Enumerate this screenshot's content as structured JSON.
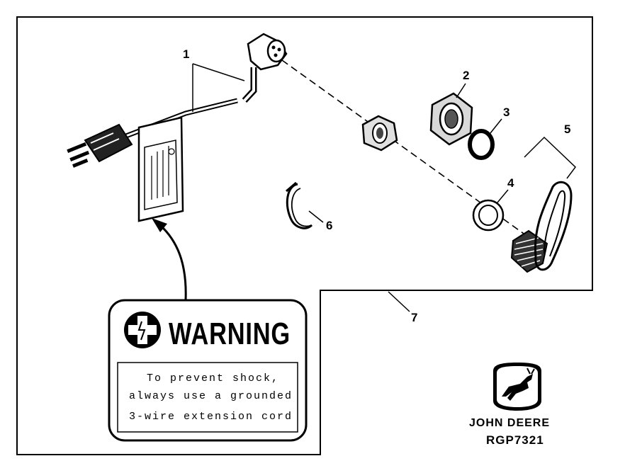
{
  "callouts": {
    "c1": "1",
    "c2": "2",
    "c3": "3",
    "c4": "4",
    "c5": "5",
    "c6": "6",
    "c7": "7"
  },
  "warning_label": {
    "title": "WARNING",
    "lines": [
      "To prevent shock,",
      "always use a grounded",
      "3-wire extension cord"
    ]
  },
  "brand": {
    "name": "JOHN DEERE",
    "code": "RGP7321"
  },
  "icons": [
    "shock-hazard-icon",
    "deer-logo-icon"
  ]
}
